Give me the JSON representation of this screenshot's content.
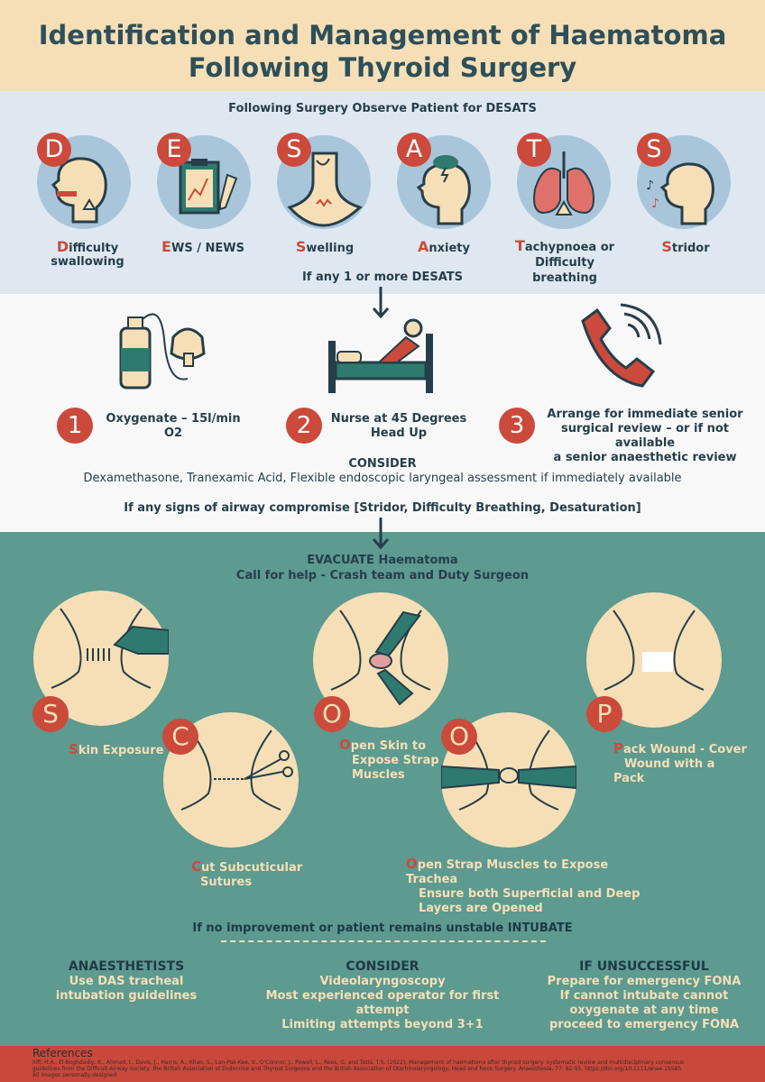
{
  "title_line1": "Identification and Management of Haematoma",
  "title_line2": "Following Thyroid Surgery",
  "desats": {
    "header": "Following Surgery Observe Patient for DESATS",
    "items": [
      {
        "letter": "D",
        "first": "D",
        "rest": "ifficulty swallowing"
      },
      {
        "letter": "E",
        "first": "E",
        "rest": "WS / NEWS"
      },
      {
        "letter": "S",
        "first": "S",
        "rest": "welling"
      },
      {
        "letter": "A",
        "first": "A",
        "rest": "nxiety"
      },
      {
        "letter": "T",
        "first": "T",
        "rest": "achypnoea or",
        "line2": "Difficulty breathing"
      },
      {
        "letter": "S",
        "first": "S",
        "rest": "tridor"
      }
    ],
    "trigger": "If any 1 or more DESATS"
  },
  "steps": [
    {
      "num": "1",
      "text1": "Oxygenate – 15l/min",
      "text2": "O2"
    },
    {
      "num": "2",
      "text1": "Nurse at 45 Degrees",
      "text2": "Head Up"
    },
    {
      "num": "3",
      "text1": "Arrange for immediate senior",
      "text2": "surgical review – or if not available",
      "text3": "a senior anaesthetic review"
    }
  ],
  "consider": {
    "header": "CONSIDER",
    "body": "Dexamethasone, Tranexamic Acid, Flexible endoscopic laryngeal assessment if immediately available"
  },
  "airway_trigger": "If any signs of airway compromise [Stridor, Difficulty Breathing, Desaturation]",
  "evacuate": {
    "line1": "EVACUATE Haematoma",
    "line2": "Call for help - Crash team and Duty Surgeon"
  },
  "scoop": [
    {
      "letter": "S",
      "first": "S",
      "rest": "kin Exposure"
    },
    {
      "letter": "C",
      "first": "C",
      "rest": "ut Subcuticular",
      "line2": "Sutures"
    },
    {
      "letter": "O",
      "first": "O",
      "rest": "pen Skin to",
      "line2": "Expose Strap",
      "line3": "Muscles"
    },
    {
      "letter": "O",
      "first": "O",
      "rest": "pen Strap Muscles to Expose Trachea",
      "line2": "Ensure both Superficial and Deep",
      "line3": "Layers are Opened"
    },
    {
      "letter": "P",
      "first": "P",
      "rest": "ack Wound - Cover",
      "line2": "Wound with a Pack"
    }
  ],
  "intubate": "If no improvement or patient remains unstable INTUBATE",
  "columns": [
    {
      "header": "ANAESTHETISTS",
      "lines": [
        "Use DAS tracheal",
        "intubation guidelines"
      ]
    },
    {
      "header": "CONSIDER",
      "lines": [
        "Videolaryngoscopy",
        "Most experienced operator for first",
        "attempt",
        "Limiting attempts beyond 3+1"
      ]
    },
    {
      "header": "IF UNSUCCESSFUL",
      "lines": [
        "Prepare for emergency FONA",
        "If cannot intubate cannot",
        "oxygenate at any time",
        "proceed to emergency FONA"
      ]
    }
  ],
  "references": {
    "header": "References",
    "line1": "Iliff, H.A., El-Boghdadly, K., Ahmad, I., Davis, J., Harris, A., Khan, S., Lan-Pak-Kee, V., O'Connor, J., Powell, L., Rees, G. and Tatla, T.S. (2022), Management of haematoma after thyroid surgery: systematic review and multidisciplinary consensus",
    "line2": "guidelines from the Difficult Airway Society, the British Association of Endocrine and Thyroid Surgeons and the British Association of Otorhinolaryngology, Head and Neck Surgery. Anaesthesia, 77: 82-95. https://doi.org/10.1111/anae.15585",
    "line3": "All images personally designed"
  },
  "colors": {
    "accent_red": "#cb4a3b",
    "teal": "#5d9a8f",
    "beige": "#f6dfb6",
    "light_blue": "#dfe8f1",
    "navy": "#263e4a"
  }
}
